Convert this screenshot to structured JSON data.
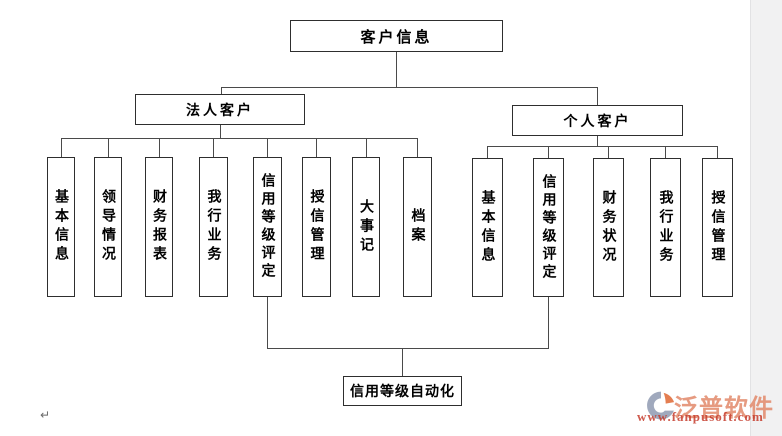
{
  "diagram": {
    "root": {
      "label": "客户信息"
    },
    "branches": [
      {
        "label": "法人客户",
        "children": [
          "基本信息",
          "领导情况",
          "财务报表",
          "我行业务",
          "信用等级评定",
          "授信管理",
          "大事记",
          "档案"
        ]
      },
      {
        "label": "个人客户",
        "children": [
          "基本信息",
          "信用等级评定",
          "财务状况",
          "我行业务",
          "授信管理"
        ]
      }
    ],
    "bottom": {
      "label": "信用等级自动化"
    }
  },
  "page": {
    "paragraph_mark": "↵"
  },
  "watermark": {
    "brand": "泛普软件",
    "url": "www.fanpusoft.com",
    "brand_color": "#e2886a",
    "url_color": "#c63c2d",
    "logo_gray_color": "#96a0b6",
    "logo_orange_color": "#e2713f"
  }
}
